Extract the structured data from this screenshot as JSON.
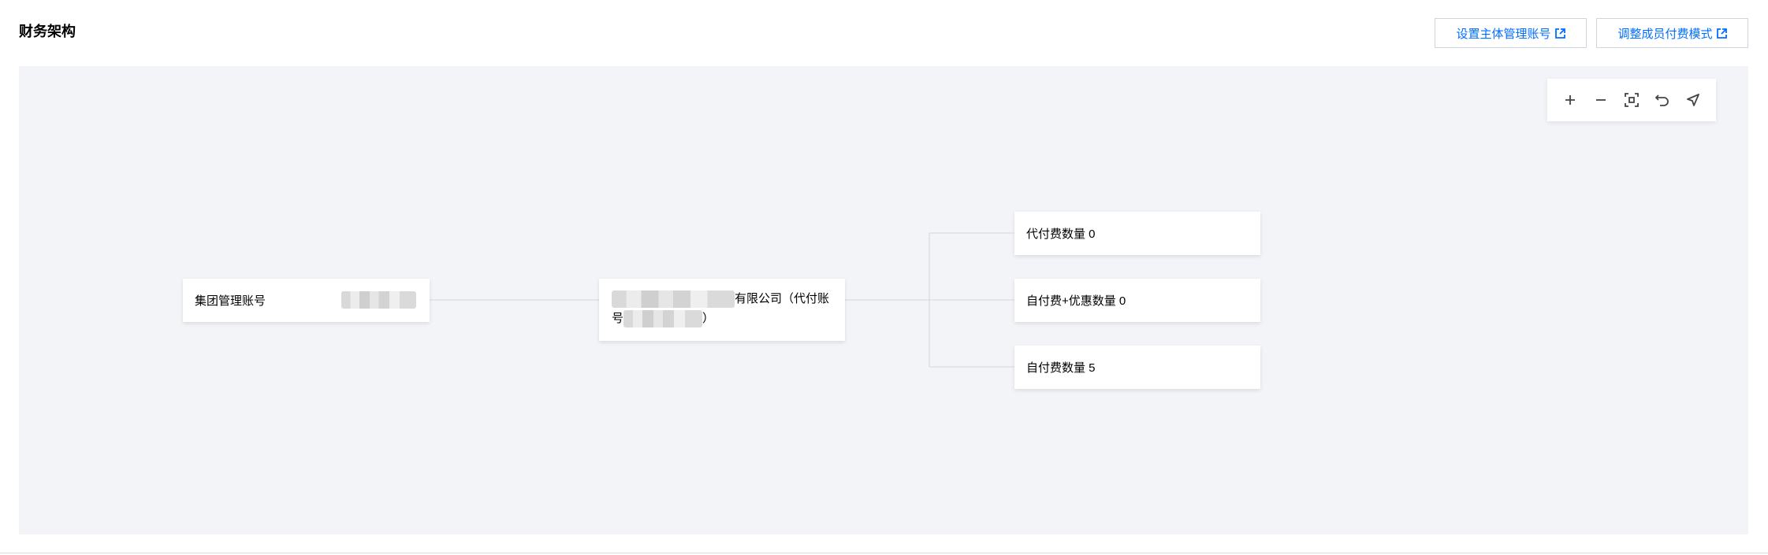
{
  "page": {
    "title": "财务架构"
  },
  "actions": {
    "set_main_admin_account": "设置主体管理账号",
    "adjust_member_payment_mode": "调整成员付费模式"
  },
  "toolbar": {
    "tools": [
      "zoom-in",
      "zoom-out",
      "fit-view",
      "undo",
      "locate"
    ]
  },
  "tree": {
    "root": {
      "label": "集团管理账号"
    },
    "company": {
      "text_line1": "有限公司（代付账",
      "text_line2_prefix": "号",
      "text_line2_suffix": "）"
    },
    "children": [
      {
        "label": "代付费数量 0"
      },
      {
        "label": "自付费+优惠数量 0"
      },
      {
        "label": "自付费数量 5"
      }
    ]
  },
  "colors": {
    "accent": "#006eff",
    "canvas_bg": "#f2f4f8",
    "connector": "#d3d6dc"
  }
}
